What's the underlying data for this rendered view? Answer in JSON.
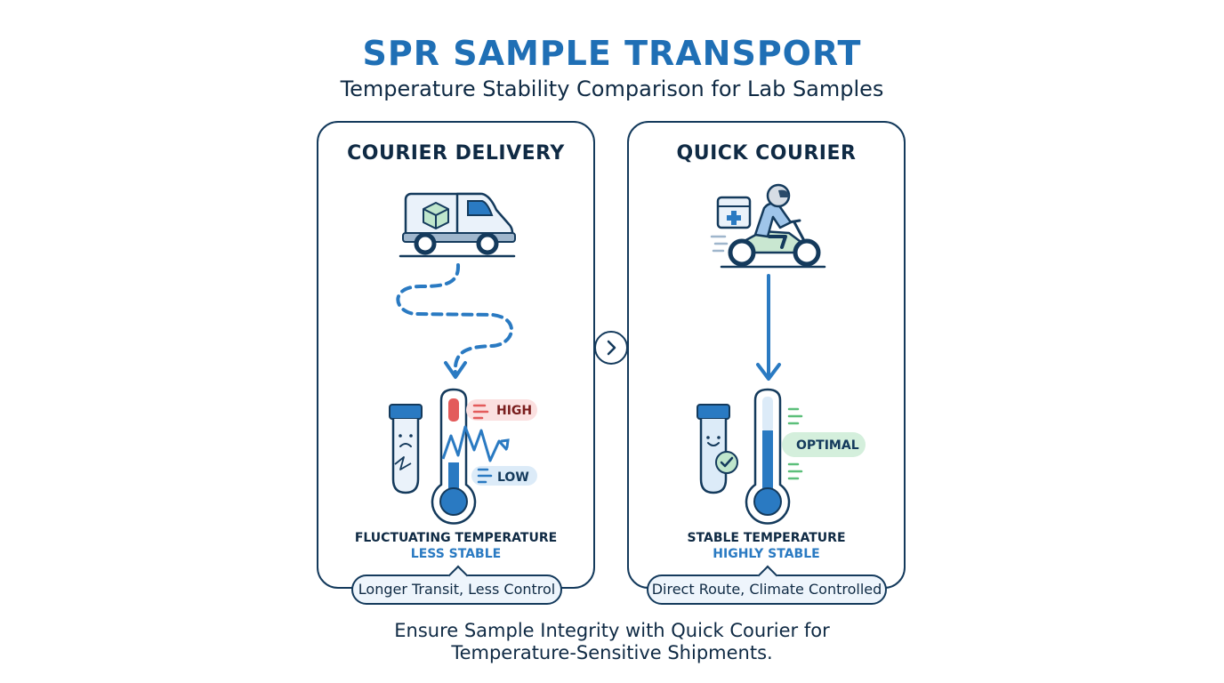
{
  "title": "SPR SAMPLE TRANSPORT",
  "subtitle": "Temperature Stability Comparison for Lab Samples",
  "left": {
    "title": "COURIER DELIVERY",
    "high_label": "HIGH",
    "low_label": "LOW",
    "status_line1": "FLUCTUATING TEMPERATURE",
    "status_line2": "LESS STABLE",
    "pill": "Longer Transit, Less Control"
  },
  "right": {
    "title": "QUICK COURIER",
    "optimal_label": "OPTIMAL",
    "status_line1": "STABLE TEMPERATURE",
    "status_line2": "HIGHLY STABLE",
    "pill": "Direct Route, Climate Controlled"
  },
  "footer": {
    "line1": "Ensure Sample Integrity with Quick Courier for",
    "line2": "Temperature-Sensitive Shipments."
  },
  "icons": {
    "van": "delivery-van-icon",
    "motorcycle": "motorcycle-courier-icon",
    "thermometer": "thermometer-icon",
    "test_tube": "test-tube-icon",
    "next": "chevron-right-icon"
  },
  "colors": {
    "accent": "#1f6fb5",
    "navy": "#143a5c",
    "high": "#e35b5b",
    "low": "#2a7ac2",
    "optimal": "#5cbf7a"
  }
}
